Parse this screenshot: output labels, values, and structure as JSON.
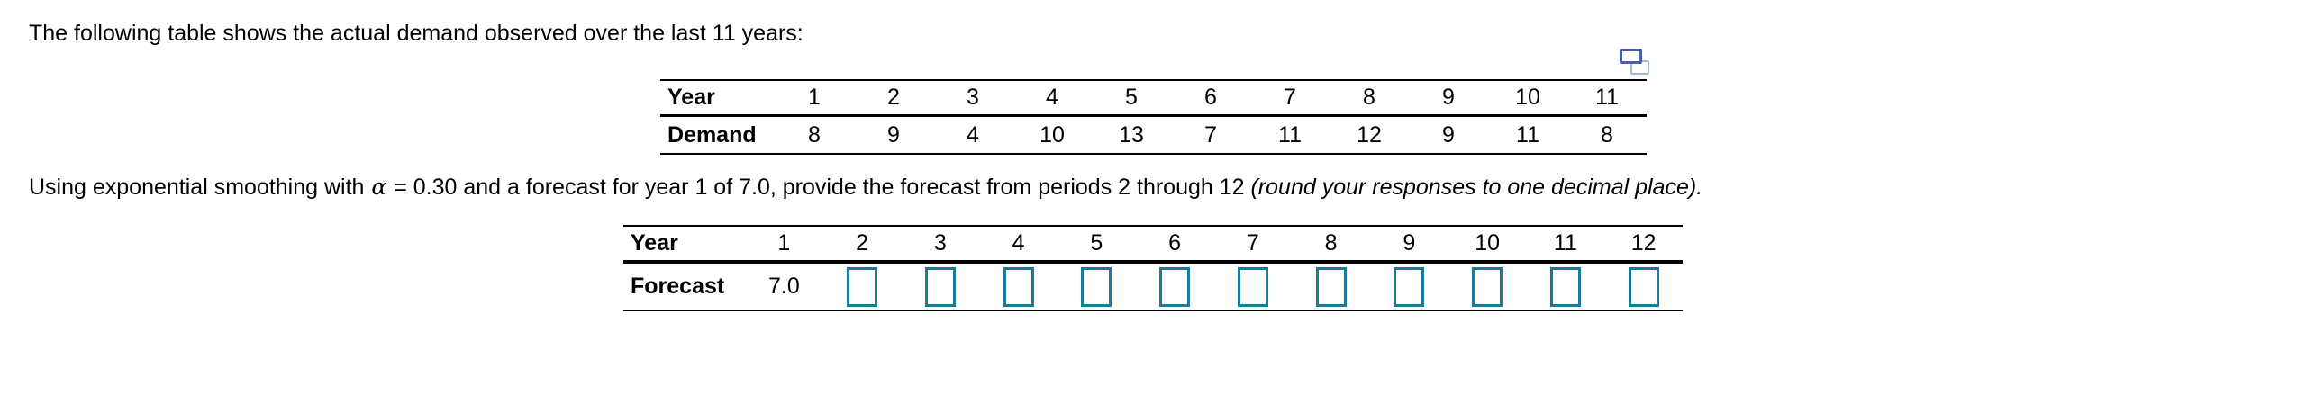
{
  "intro_text": "The following table shows the actual demand observed over the last 11 years:",
  "icon": {
    "name": "duplicate-question-icon"
  },
  "demand_table": {
    "year_label": "Year",
    "demand_label": "Demand",
    "years": [
      "1",
      "2",
      "3",
      "4",
      "5",
      "6",
      "7",
      "8",
      "9",
      "10",
      "11"
    ],
    "demand": [
      "8",
      "9",
      "4",
      "10",
      "13",
      "7",
      "11",
      "12",
      "9",
      "11",
      "8"
    ]
  },
  "instruction": {
    "before_alpha": "Using exponential smoothing with ",
    "alpha": "α",
    "after_alpha": " = 0.30 and a forecast for year 1 of 7.0, provide the forecast from periods 2 through 12 ",
    "italic_note": "(round your responses to one decimal place)."
  },
  "forecast_table": {
    "year_label": "Year",
    "forecast_label": "Forecast",
    "years": [
      "1",
      "2",
      "3",
      "4",
      "5",
      "6",
      "7",
      "8",
      "9",
      "10",
      "11",
      "12"
    ],
    "initial_forecast": "7.0",
    "input_value": ""
  },
  "colors": {
    "input_border": "#1b7a99",
    "icon_front": "#4b5ea2",
    "icon_back": "#a9b3dc",
    "text": "#000000",
    "background": "#ffffff"
  }
}
